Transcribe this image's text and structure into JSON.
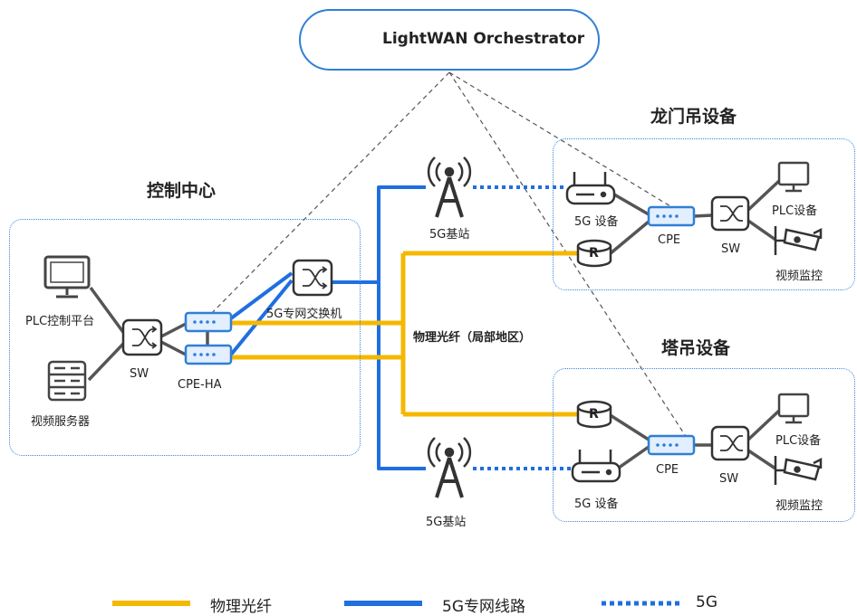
{
  "orchestrator": {
    "title": "LightWAN Orchestrator"
  },
  "regions": {
    "control_center": {
      "title": "控制中心"
    },
    "gantry_crane": {
      "title": "龙门吊设备"
    },
    "tower_crane": {
      "title": "塔吊设备"
    }
  },
  "labels": {
    "plc_platform": "PLC控制平台",
    "video_server": "视频服务器",
    "sw": "SW",
    "cpe_ha": "CPE-HA",
    "switch_5g": "5G专网交换机",
    "fiber_local": "物理光纤（局部地区）",
    "base_station_top": "5G基站",
    "base_station_bottom": "5G基站",
    "gantry_5g_device": "5G 设备",
    "gantry_cpe": "CPE",
    "gantry_sw": "SW",
    "gantry_plc": "PLC设备",
    "gantry_video": "视频监控",
    "tower_5g_device": "5G 设备",
    "tower_cpe": "CPE",
    "tower_sw": "SW",
    "tower_plc": "PLC设备",
    "tower_video": "视频监控",
    "router_r": "R"
  },
  "legend": {
    "fiber": "物理光纤",
    "private_line": "5G专网线路",
    "wireless": "5G"
  },
  "colors": {
    "fiber": "#f5b800",
    "private_line": "#1f6fe0",
    "wireless": "#1f6fe0",
    "device_blue": "#2f7fd6",
    "device_fill": "#e3efff",
    "gray_line": "#555555"
  }
}
